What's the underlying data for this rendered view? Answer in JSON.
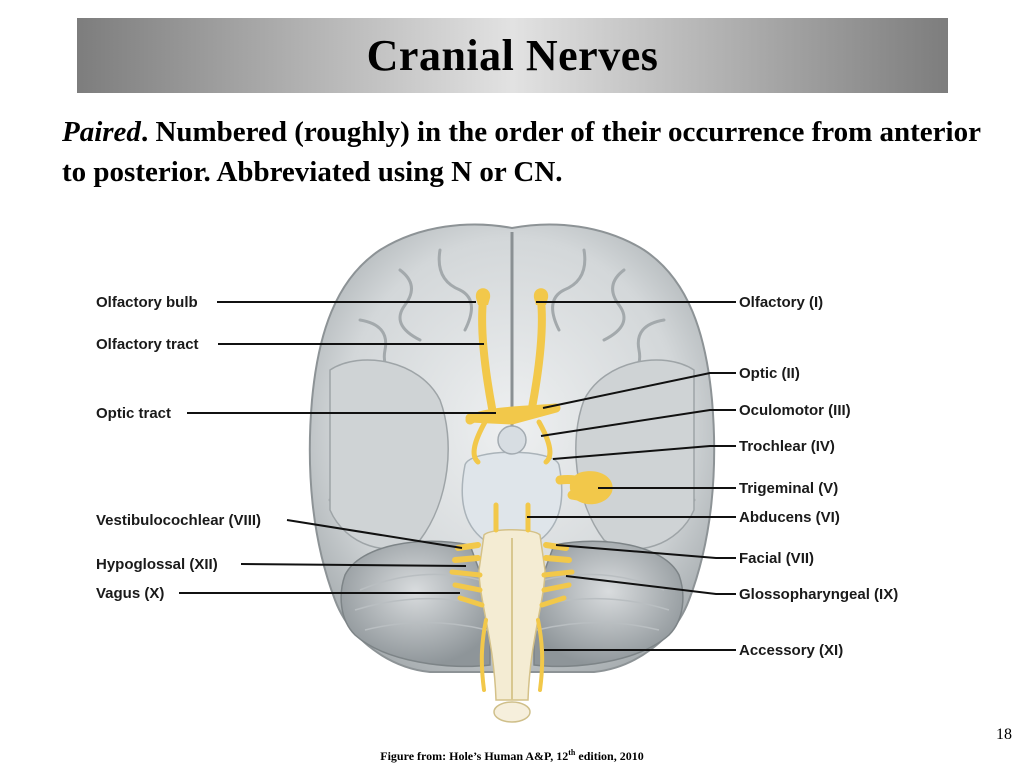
{
  "slide": {
    "title": "Cranial Nerves",
    "intro_lead": "Paired",
    "intro_rest": ".  Numbered (roughly) in the order of their occurrence from anterior to posterior.  Abbreviated using N or CN.",
    "page_number": "18",
    "credit_before": "Figure from: Hole’s Human A&P, 12",
    "credit_sup": "th",
    "credit_after": " edition, 2010"
  },
  "diagram": {
    "labels_left": [
      "Olfactory bulb",
      "Olfactory tract",
      "Optic tract",
      "Vestibulocochlear (VIII)",
      "Hypoglossal (XII)",
      "Vagus (X)"
    ],
    "labels_right": [
      "Olfactory (I)",
      "Optic (II)",
      "Oculomotor (III)",
      "Trochlear (IV)",
      "Trigeminal (V)",
      "Abducens (VI)",
      "Facial (VII)",
      "Glossopharyngeal (IX)",
      "Accessory (XI)"
    ],
    "colors": {
      "brain": "#d9dcdd",
      "brain_shadow": "#9aa0a3",
      "nerve": "#f2c84a",
      "brainstem": "#f3ecd6",
      "leader": "#111111"
    }
  }
}
